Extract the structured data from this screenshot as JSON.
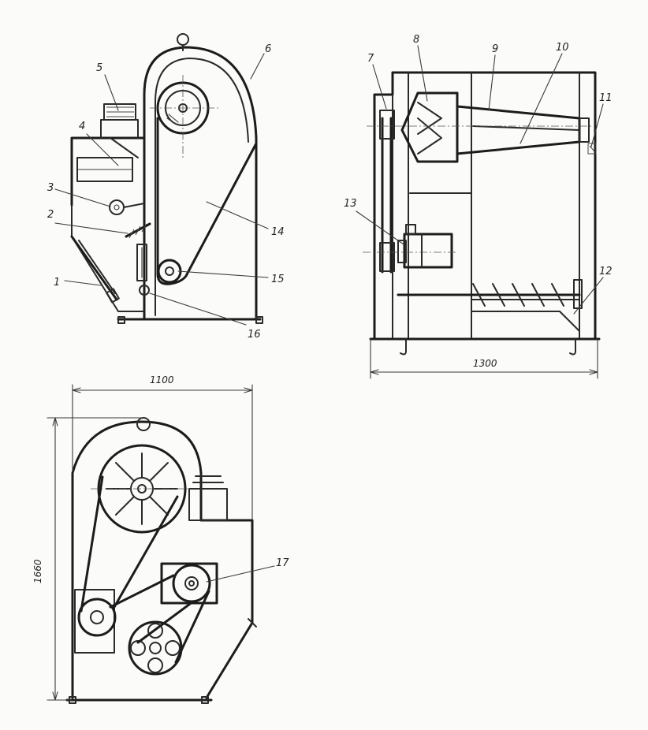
{
  "part_labels": {
    "p1": "1",
    "p2": "2",
    "p3": "3",
    "p4": "4",
    "p5": "5",
    "p6": "6",
    "p7": "7",
    "p8": "8",
    "p9": "9",
    "p10": "10",
    "p11": "11",
    "p12": "12",
    "p13": "13",
    "p14": "14",
    "p15": "15",
    "p16": "16",
    "p17": "17"
  },
  "dimensions": {
    "width_top_view": "1100",
    "height_top_view": "1660",
    "width_side_view": "1300"
  }
}
